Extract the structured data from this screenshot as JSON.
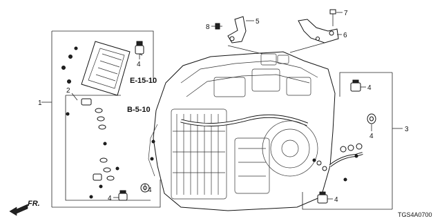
{
  "diagram": {
    "callouts": [
      "1",
      "2",
      "3",
      "4",
      "5",
      "6",
      "7",
      "8"
    ],
    "reference_codes": [
      "E-15-10",
      "B-5-10"
    ],
    "direction_label": "FR.",
    "diagram_code": "TGS4A0700"
  }
}
